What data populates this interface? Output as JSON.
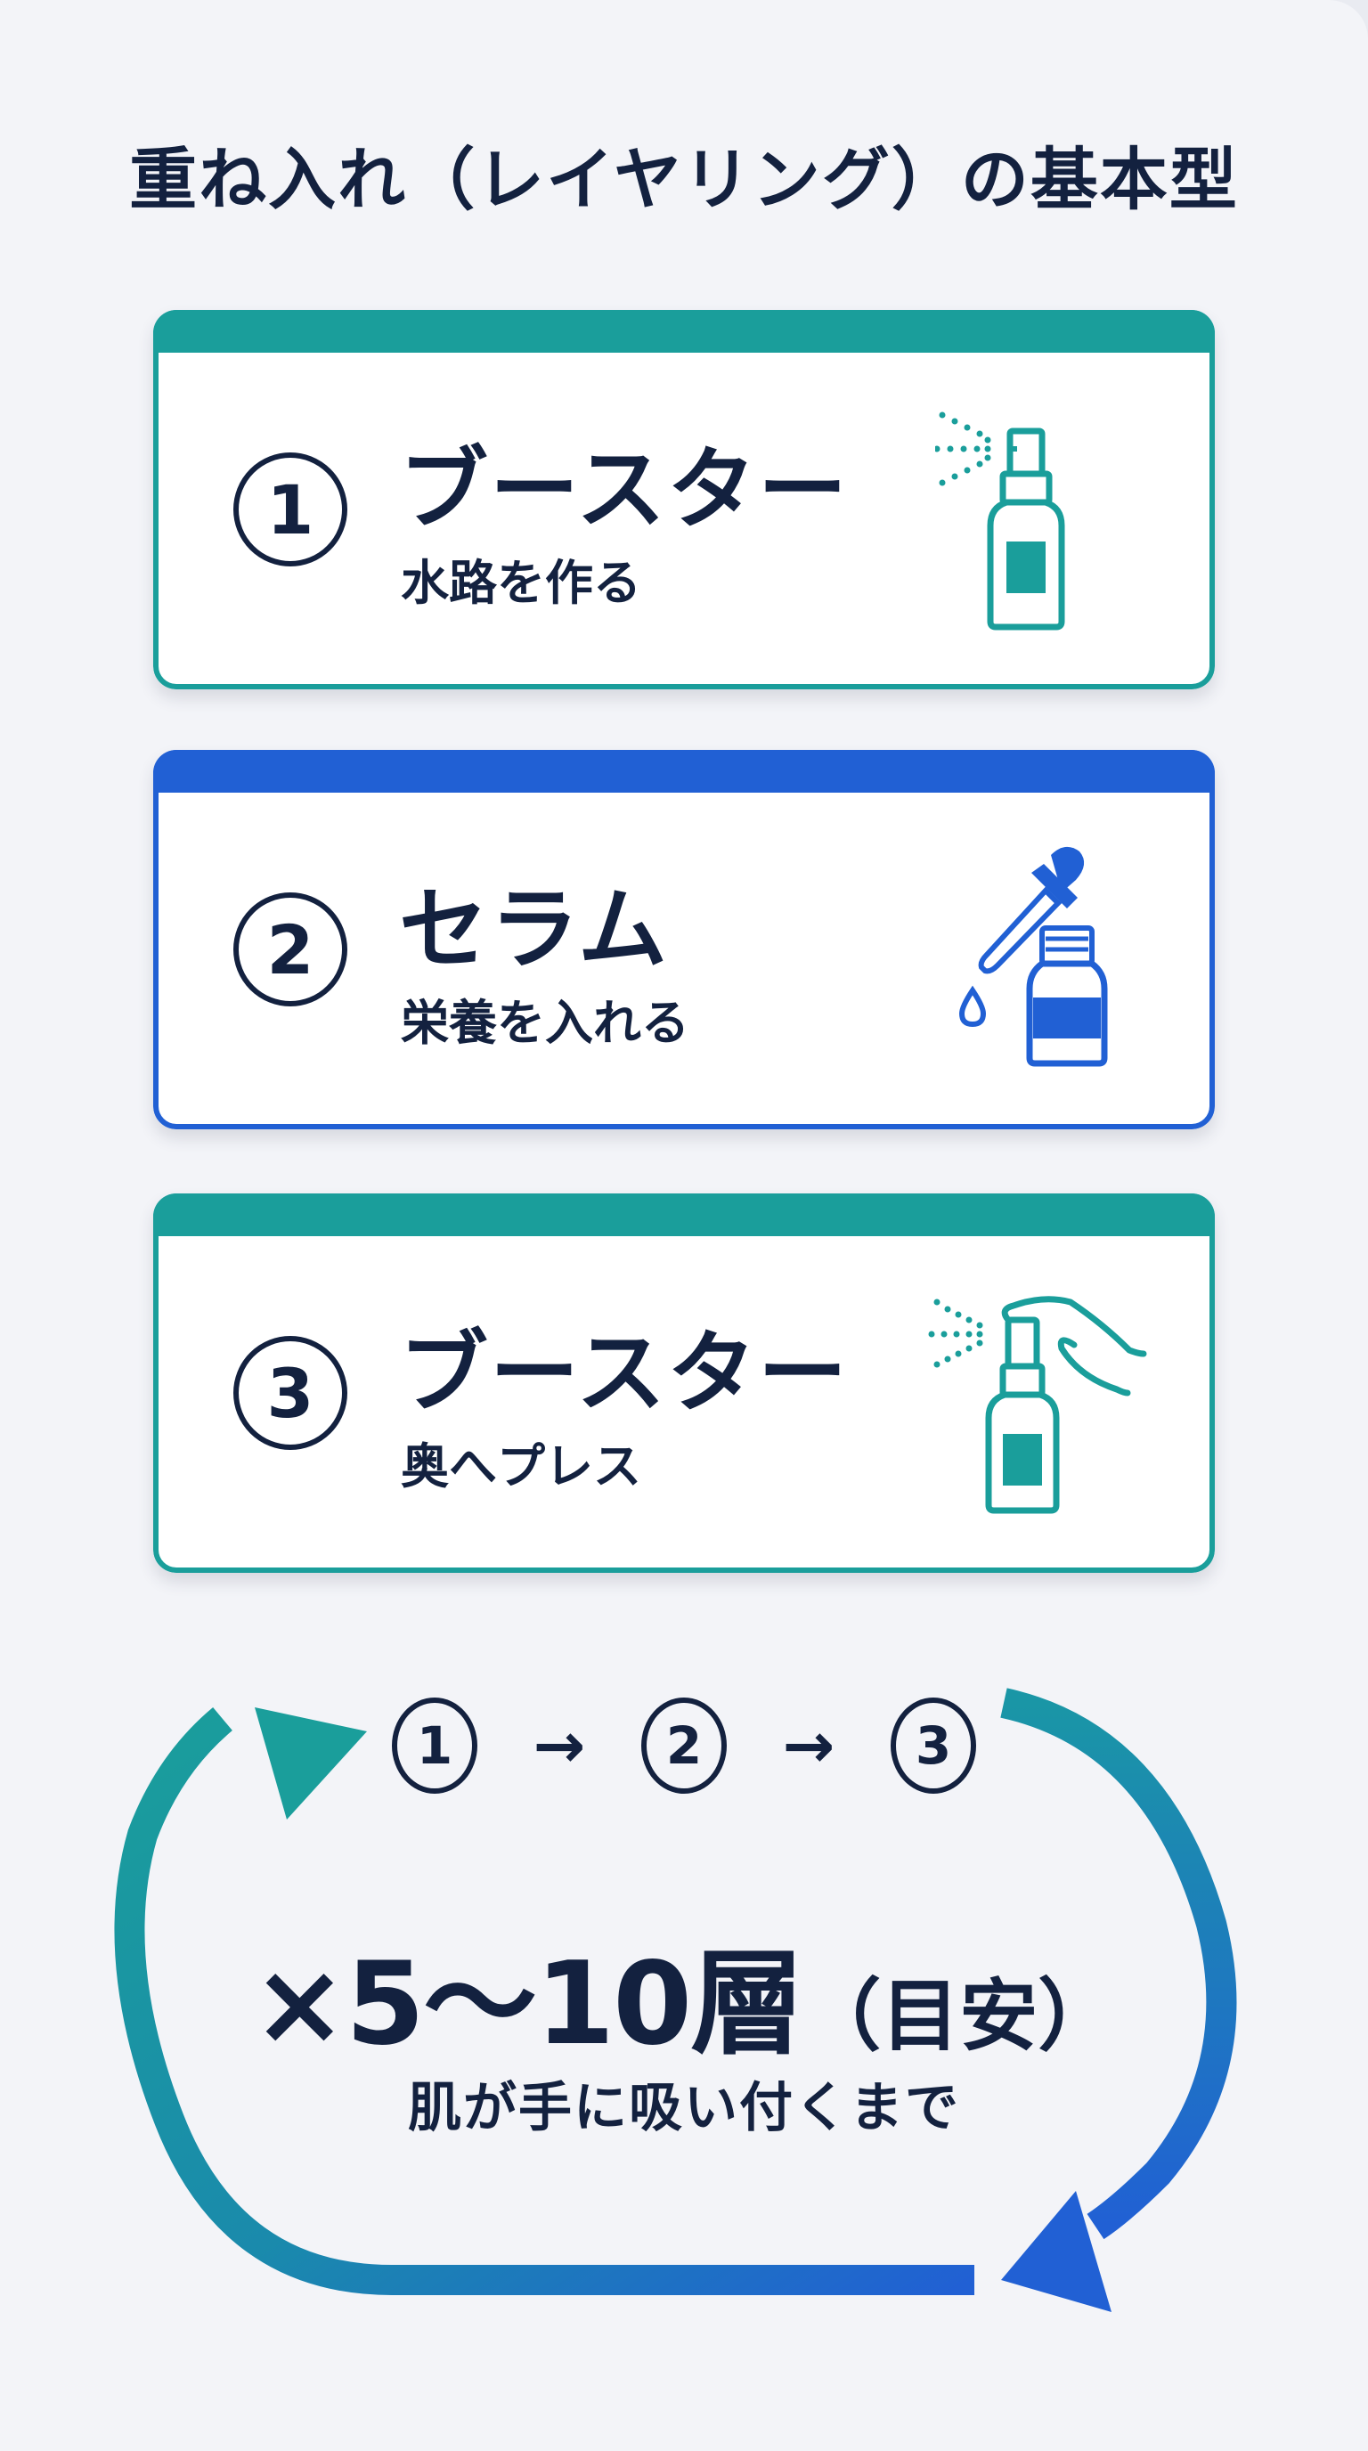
{
  "title": "重ね入れ（レイヤリング）の基本型",
  "colors": {
    "teal": "#1a9e9b",
    "blue": "#2160d4",
    "navy": "#13213f",
    "background": "#f3f4f8"
  },
  "steps": [
    {
      "number": "1",
      "name": "ブースター",
      "description": "水路を作る",
      "icon": "spray-bottle-icon",
      "accent": "#1a9e9b"
    },
    {
      "number": "2",
      "name": "セラム",
      "description": "栄養を入れる",
      "icon": "dropper-bottle-icon",
      "accent": "#2160d4"
    },
    {
      "number": "3",
      "name": "ブースター",
      "description": "奥へプレス",
      "icon": "spray-bottle-with-hand-icon",
      "accent": "#1a9e9b"
    }
  ],
  "cycle": {
    "sequence": [
      "1",
      "2",
      "3"
    ],
    "arrow": "→",
    "repeat_main": "×5〜10層",
    "repeat_note": "（目安）",
    "condition": "肌が手に吸い付くまで"
  }
}
